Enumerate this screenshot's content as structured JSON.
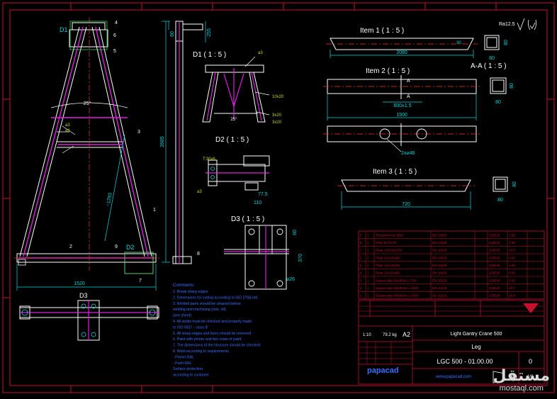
{
  "roughness": "Ra12.5",
  "views": {
    "d1_marker": "D1",
    "d2_marker": "D2",
    "d3_marker": "D3",
    "d1_title": "D1  ( 1 : 5 )",
    "d2_title": "D2  ( 1 : 5 )",
    "d3_title": "D3  ( 1 : 5 )",
    "item1_title": "Item 1  ( 1 : 5 )",
    "item2_title": "Item 2  ( 1 : 5 )",
    "item3_title": "Item 3  ( 1 : 5 )",
    "aa_title": "A-A  ( 1 : 5 )",
    "section_a": "A"
  },
  "dims": {
    "overall_width": "1520",
    "overall_height": "2685",
    "mid": "~1293",
    "angle": "25°",
    "side_top": "60",
    "side_h": "255",
    "i1_len": "2080",
    "i1_w": "30",
    "i1_sq1": "80",
    "i1_sq2": "80",
    "i2_len": "1500",
    "i2_hole": "600±1.5",
    "i2_holes": "2x⌀46",
    "aa_w": "80",
    "aa_h": "80",
    "i3_len": "720",
    "i3_sq1": "80",
    "i3_sq2": "80",
    "d2_a": "77.5",
    "d2_b": "110",
    "d2_wall": "T:30x6",
    "d3_h": "370",
    "d3_w": "60",
    "d3_hole": "⌀26",
    "weld1": "a3",
    "weld2": "a3",
    "weld3": "a3",
    "weld4": "a3",
    "weld5": "a3",
    "weld_len1": "10x20",
    "weld_len2": "3x20",
    "weld_len3": "3x20",
    "d1_angle": "25°"
  },
  "balloons": [
    "1",
    "2",
    "3",
    "4",
    "5",
    "6",
    "7",
    "8",
    "9"
  ],
  "notes": {
    "heading": "Comments:",
    "lines": [
      "1. Break sharp edges",
      "2. Dimensions for cutting according to ISO 2768-mK",
      "3. Welded parts should be cleaned before",
      "   welding and machining (rust, oil).",
      "   (see sheet)",
      "4. All welds must be checked and properly made",
      "   to ISO 5817 - class B",
      "5. All sharp edges and burrs should be removed",
      "6. Paint with primer and two coats of paint",
      "7. The dimensions of the structure should be checked",
      "8. Weld according to requirements",
      "   - Primer RAL",
      "   - Paint RAL",
      "   Surface protection",
      "   according to customer"
    ]
  },
  "bom": {
    "rows": [
      [
        "9",
        "1",
        "Threaded rod 30x6",
        "EN 10083",
        "S355J0",
        "1.50"
      ],
      [
        "8",
        "2",
        "Plate 6x70x70",
        "EN 10029",
        "S355J0",
        "0.46"
      ],
      [
        "7",
        "1",
        "Plate 15x310x370",
        "EN 10029",
        "S355J0",
        "13.5"
      ],
      [
        "6",
        "2",
        "Plate 12x110x80",
        "EN 10029",
        "S355J0",
        "0.83"
      ],
      [
        "5",
        "2",
        "Plate 12x145x80",
        "EN 10029",
        "S355J0",
        "1.09"
      ],
      [
        "4",
        "2",
        "Plate 12x110x90",
        "EN 10029",
        "S355J0",
        "0.93"
      ],
      [
        "3",
        "1",
        "Square pipe 80x80x6 L=720",
        "EN 10219",
        "S355J0",
        "9.95"
      ],
      [
        "2",
        "1",
        "Square pipe 80x80x6 L=1500",
        "EN 10219",
        "S355J0",
        "20.7"
      ],
      [
        "1",
        "2",
        "Square pipe 80x80x6 L=2080",
        "EN 10219",
        "S355J0",
        "28.8"
      ]
    ]
  },
  "title_block": {
    "scale": "1:10",
    "mass": "79.2 kg",
    "format": "A2",
    "project": "Light Gantry Crane 500",
    "part_name": "Leg",
    "drawing_no": "LGC 500 - 01.00.00",
    "revision": "0",
    "sheet": "1/2",
    "company": "papacad",
    "website": "www.papacad.com"
  },
  "watermark": {
    "arabic": "مستقل",
    "latin": "mostaql.com"
  },
  "colors": {
    "background": "#000000",
    "frame": "#c8102e",
    "outline": "#ffffff",
    "member": "#e020e0",
    "center": "#ff3030",
    "dimension": "#00d8e0",
    "annotation": "#c8d820",
    "note": "#3b6dff",
    "balloon": "#00cc66"
  }
}
